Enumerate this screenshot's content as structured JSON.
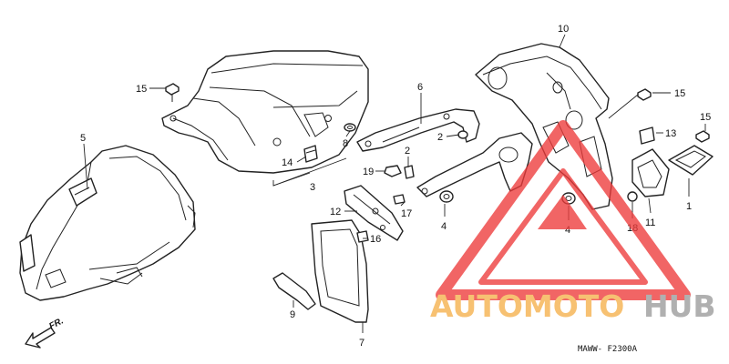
{
  "diagram": {
    "callouts": [
      {
        "id": "c15a",
        "text": "15"
      },
      {
        "id": "c5",
        "text": "5"
      },
      {
        "id": "c3",
        "text": "3"
      },
      {
        "id": "c8",
        "text": "8"
      },
      {
        "id": "c14",
        "text": "14"
      },
      {
        "id": "c6",
        "text": "6"
      },
      {
        "id": "c2a",
        "text": "2"
      },
      {
        "id": "c2b",
        "text": "2"
      },
      {
        "id": "c19",
        "text": "19"
      },
      {
        "id": "c17",
        "text": "17"
      },
      {
        "id": "c4a",
        "text": "4"
      },
      {
        "id": "c4b",
        "text": "4"
      },
      {
        "id": "c12",
        "text": "12"
      },
      {
        "id": "c16",
        "text": "16"
      },
      {
        "id": "c9",
        "text": "9"
      },
      {
        "id": "c7",
        "text": "7"
      },
      {
        "id": "c10",
        "text": "10"
      },
      {
        "id": "c15b",
        "text": "15"
      },
      {
        "id": "c13",
        "text": "13"
      },
      {
        "id": "c15c",
        "text": "15"
      },
      {
        "id": "c11",
        "text": "11"
      },
      {
        "id": "c1",
        "text": "1"
      },
      {
        "id": "c18",
        "text": "18"
      }
    ],
    "front_marker": "FR.",
    "figure_code": "MAWW- F2300A"
  },
  "watermark": {
    "text_part1": "AUTOMOTO",
    "text_part2": "HUB",
    "color_part1": "#f5b04b",
    "color_part2": "#9b9b9b",
    "logo_color": "#ee3b3b"
  }
}
